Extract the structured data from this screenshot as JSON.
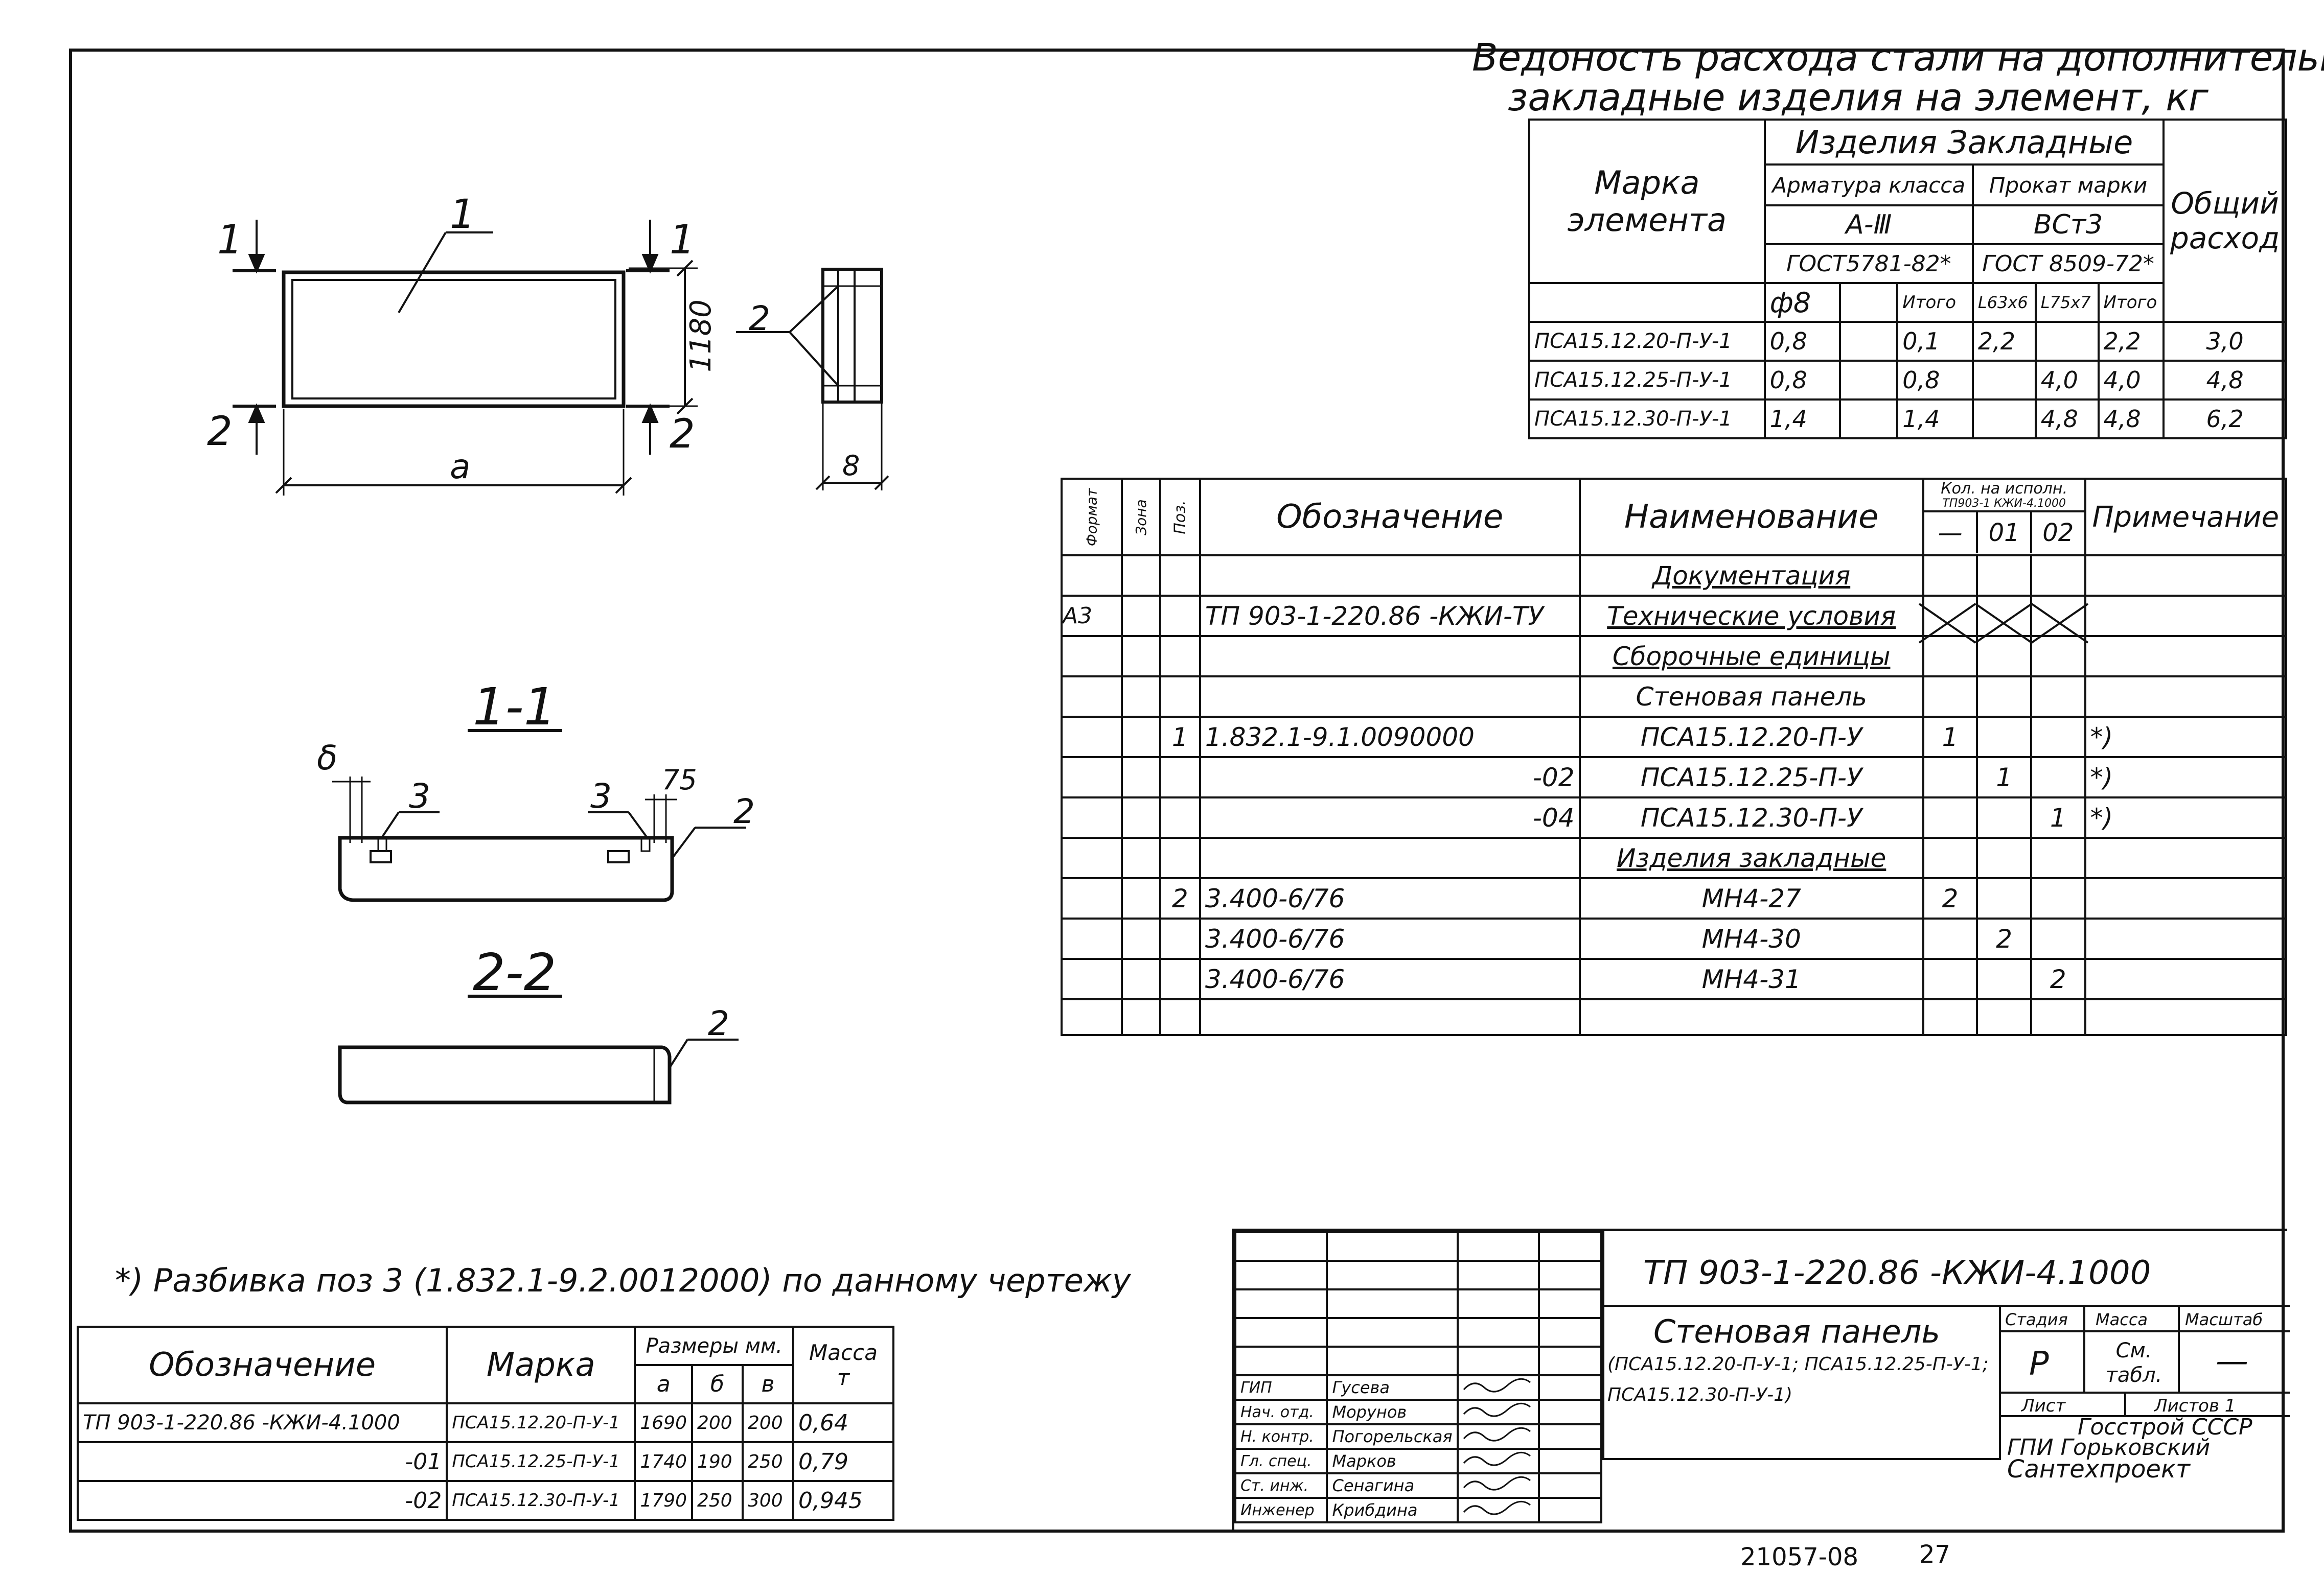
{
  "steel_table": {
    "title_line1": "Ведоность расхода стали на дополнительные",
    "title_line2": "закладные изделия на элемент, кг",
    "col_mark": [
      "Марка",
      "элемента"
    ],
    "col_products": "Изделия  Закладные",
    "col_rebar_class": "Арматура класса",
    "col_rolled_grade": "Прокат марки",
    "rebar_grade": "A-Ⅲ",
    "rolled_grade": "ВСт3",
    "rebar_gost": "ГОСТ5781-82*",
    "rolled_gost": "ГОСТ 8509-72*",
    "col_total": [
      "Общий",
      "расход"
    ],
    "sub_headers": [
      "ф8",
      "",
      "Итого",
      "L63х6",
      "L75х7",
      "Итого"
    ],
    "rows": [
      {
        "mark": "ПСА15.12.20-П-У-1",
        "d8": "0,8",
        "empty": "",
        "sum1": "0,1",
        "l63": "2,2",
        "l75": "",
        "sum2": "2,2",
        "total": "3,0"
      },
      {
        "mark": "ПСА15.12.25-П-У-1",
        "d8": "0,8",
        "empty": "",
        "sum1": "0,8",
        "l63": "",
        "l75": "4,0",
        "sum2": "4,0",
        "total": "4,8"
      },
      {
        "mark": "ПСА15.12.30-П-У-1",
        "d8": "1,4",
        "empty": "",
        "sum1": "1,4",
        "l63": "",
        "l75": "4,8",
        "sum2": "4,8",
        "total": "6,2"
      }
    ]
  },
  "spec_table": {
    "headers": {
      "format": "Формат",
      "zone": "Зона",
      "pos": "Поз.",
      "designation": "Обозначение",
      "name": "Наименование",
      "qty_title": "Кол. на исполн.",
      "qty_subtitle": "ТП903-1  КЖИ-4.1000",
      "qty_cols": [
        "—",
        "01",
        "02"
      ],
      "note": "Примечание"
    },
    "rows": [
      {
        "format": "",
        "zone": "",
        "pos": "",
        "designation": "",
        "name": "Документация",
        "q0": "",
        "q1": "",
        "q2": "",
        "note": ""
      },
      {
        "format": "А3",
        "zone": "",
        "pos": "",
        "designation": "ТП 903-1-220.86  -КЖИ-ТУ",
        "name": "Технические условия",
        "q0": "",
        "q1": "",
        "q2": "",
        "note": ""
      },
      {
        "format": "",
        "zone": "",
        "pos": "",
        "designation": "",
        "name": "Сборочные единицы",
        "q0": "",
        "q1": "",
        "q2": "",
        "note": ""
      },
      {
        "format": "",
        "zone": "",
        "pos": "",
        "designation": "",
        "name": "Стеновая панель",
        "q0": "",
        "q1": "",
        "q2": "",
        "note": ""
      },
      {
        "format": "",
        "zone": "",
        "pos": "1",
        "designation": "1.832.1-9.1.0090000",
        "name": "ПСА15.12.20-П-У",
        "q0": "1",
        "q1": "",
        "q2": "",
        "note": "*)"
      },
      {
        "format": "",
        "zone": "",
        "pos": "",
        "designation": "-02",
        "name": "ПСА15.12.25-П-У",
        "q0": "",
        "q1": "1",
        "q2": "",
        "note": "*)"
      },
      {
        "format": "",
        "zone": "",
        "pos": "",
        "designation": "-04",
        "name": "ПСА15.12.30-П-У",
        "q0": "",
        "q1": "",
        "q2": "1",
        "note": "*)"
      },
      {
        "format": "",
        "zone": "",
        "pos": "",
        "designation": "",
        "name": "Изделия закладные",
        "q0": "",
        "q1": "",
        "q2": "",
        "note": ""
      },
      {
        "format": "",
        "zone": "",
        "pos": "2",
        "designation": "3.400-6/76",
        "name": "МН4-27",
        "q0": "2",
        "q1": "",
        "q2": "",
        "note": ""
      },
      {
        "format": "",
        "zone": "",
        "pos": "",
        "designation": "3.400-6/76",
        "name": "МН4-30",
        "q0": "",
        "q1": "2",
        "q2": "",
        "note": ""
      },
      {
        "format": "",
        "zone": "",
        "pos": "",
        "designation": "3.400-6/76",
        "name": "МН4-31",
        "q0": "",
        "q1": "",
        "q2": "2",
        "note": ""
      },
      {
        "format": "",
        "zone": "",
        "pos": "",
        "designation": "",
        "name": "",
        "q0": "",
        "q1": "",
        "q2": "",
        "note": ""
      }
    ]
  },
  "drawing": {
    "panel_label": "1",
    "cut_marks": [
      "1",
      "1",
      "2",
      "2"
    ],
    "dim_height": "1180",
    "dim_length": "a",
    "side_label": "2",
    "dim_thickness": "8",
    "section11_title": "1-1",
    "section22_title": "2-2",
    "s11_delta": "δ",
    "s11_label3a": "3",
    "s11_label3b": "3",
    "s11_dim75": "75",
    "s11_label2": "2",
    "s22_label2": "2"
  },
  "note_text": "*) Разбивка поз 3 (1.832.1-9.2.0012000) по данному чертежу",
  "dims_table": {
    "h_designation": "Обозначение",
    "h_mark": "Марка",
    "h_sizes": "Размеры мм.",
    "h_a": "a",
    "h_b": "б",
    "h_c": "в",
    "h_mass": "Масса",
    "h_mass_unit": "т",
    "rows": [
      {
        "designation": "ТП 903-1-220.86  -КЖИ-4.1000",
        "mark": "ПСА15.12.20-П-У-1",
        "a": "1690",
        "b": "200",
        "c": "200",
        "mass": "0,64"
      },
      {
        "designation": "-01",
        "mark": "ПСА15.12.25-П-У-1",
        "a": "1740",
        "b": "190",
        "c": "250",
        "mass": "0,79"
      },
      {
        "designation": "-02",
        "mark": "ПСА15.12.30-П-У-1",
        "a": "1790",
        "b": "250",
        "c": "300",
        "mass": "0,945"
      }
    ]
  },
  "title_block": {
    "doc_code": "ТП 903-1-220.86  -КЖИ-4.1000",
    "name_line1": "Стеновая панель",
    "name_line2": "(ПСА15.12.20-П-У-1; ПСА15.12.25-П-У-1;",
    "name_line3": "ПСА15.12.30-П-У-1)",
    "stage_h": "Стадия",
    "mass_h": "Масса",
    "scale_h": "Масштаб",
    "stage": "Р",
    "mass": "См. табл.",
    "scale": "—",
    "sheet_h": "Лист",
    "sheets_h": "Листов 1",
    "org_line1": "Госстрой СССР",
    "org_line2": "ГПИ Горьковский",
    "org_line3": "Сантехпроект",
    "roles": [
      {
        "role": "ГИП",
        "name": "Гусева"
      },
      {
        "role": "Нач. отд.",
        "name": "Морунов"
      },
      {
        "role": "Н. контр.",
        "name": "Погорельская"
      },
      {
        "role": "Гл. спец.",
        "name": "Марков"
      },
      {
        "role": "Ст. инж.",
        "name": "Сенагина"
      },
      {
        "role": "Инженер",
        "name": "Крибдина"
      }
    ]
  },
  "footer": {
    "archive_no": "21057-08",
    "page_no": "27"
  }
}
